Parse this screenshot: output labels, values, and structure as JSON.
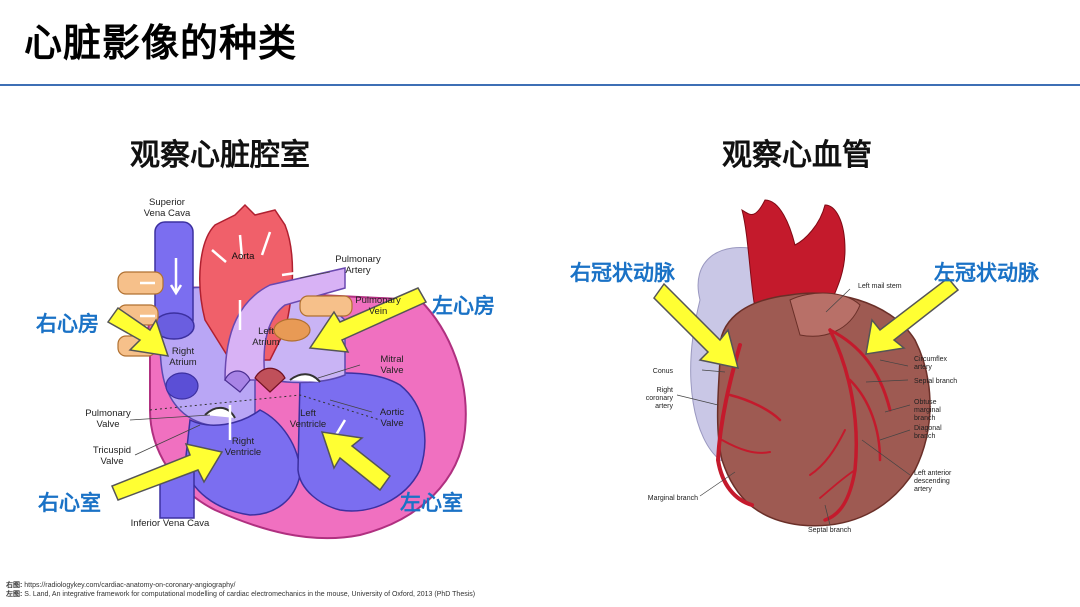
{
  "slide": {
    "title": "心脏影像的种类",
    "accent_color": "#3d6fb5"
  },
  "left_panel": {
    "title": "观察心脏腔室",
    "callouts": {
      "ra": "右心房",
      "la": "左心房",
      "rv": "右心室",
      "lv": "左心室"
    },
    "labels": {
      "superior_vena_cava_1": "Superior",
      "superior_vena_cava_2": "Vena Cava",
      "aorta": "Aorta",
      "pulmonary_artery_1": "Pulmonary",
      "pulmonary_artery_2": "Artery",
      "pulmonary_vein_1": "Pulmonary",
      "pulmonary_vein_2": "Vein",
      "left_atrium_1": "Left",
      "left_atrium_2": "Atrium",
      "right_atrium_1": "Right",
      "right_atrium_2": "Atrium",
      "mitral_valve_1": "Mitral",
      "mitral_valve_2": "Valve",
      "pulmonary_valve_1": "Pulmonary",
      "pulmonary_valve_2": "Valve",
      "aortic_valve_1": "Aortic",
      "aortic_valve_2": "Valve",
      "left_ventricle_1": "Left",
      "left_ventricle_2": "Ventricle",
      "right_ventricle_1": "Right",
      "right_ventricle_2": "Ventricle",
      "tricuspid_valve_1": "Tricuspid",
      "tricuspid_valve_2": "Valve",
      "inferior_vena_cava": "Inferior Vena Cava"
    }
  },
  "right_panel": {
    "title": "观察心血管",
    "callouts": {
      "rca": "右冠状动脉",
      "lca": "左冠状动脉"
    },
    "labels": {
      "left_main_stem": "Left mail stem",
      "conus": "Conus",
      "right_coronary_artery_1": "Right",
      "right_coronary_artery_2": "coronary",
      "right_coronary_artery_3": "artery",
      "circumflex_1": "Circumflex",
      "circumflex_2": "artery",
      "septal_branch_upper": "Septal branch",
      "obtuse_1": "Obtuse",
      "obtuse_2": "marginal",
      "obtuse_3": "branch",
      "diagonal_1": "Diagonal",
      "diagonal_2": "branch",
      "lad_1": "Left anterior",
      "lad_2": "descending",
      "lad_3": "artery",
      "marginal_branch": "Marginal branch",
      "septal_branch_lower": "Septal branch"
    }
  },
  "footnotes": {
    "right_label": "右图:",
    "right_text": " https://radiologykey.com/cardiac-anatomy-on-coronary-angiography/",
    "left_label": "左图:",
    "left_text": " S. Land, An integrative framework for computational modelling of cardiac electromechanics in the mouse, University of Oxford, 2013 (PhD Thesis)"
  }
}
